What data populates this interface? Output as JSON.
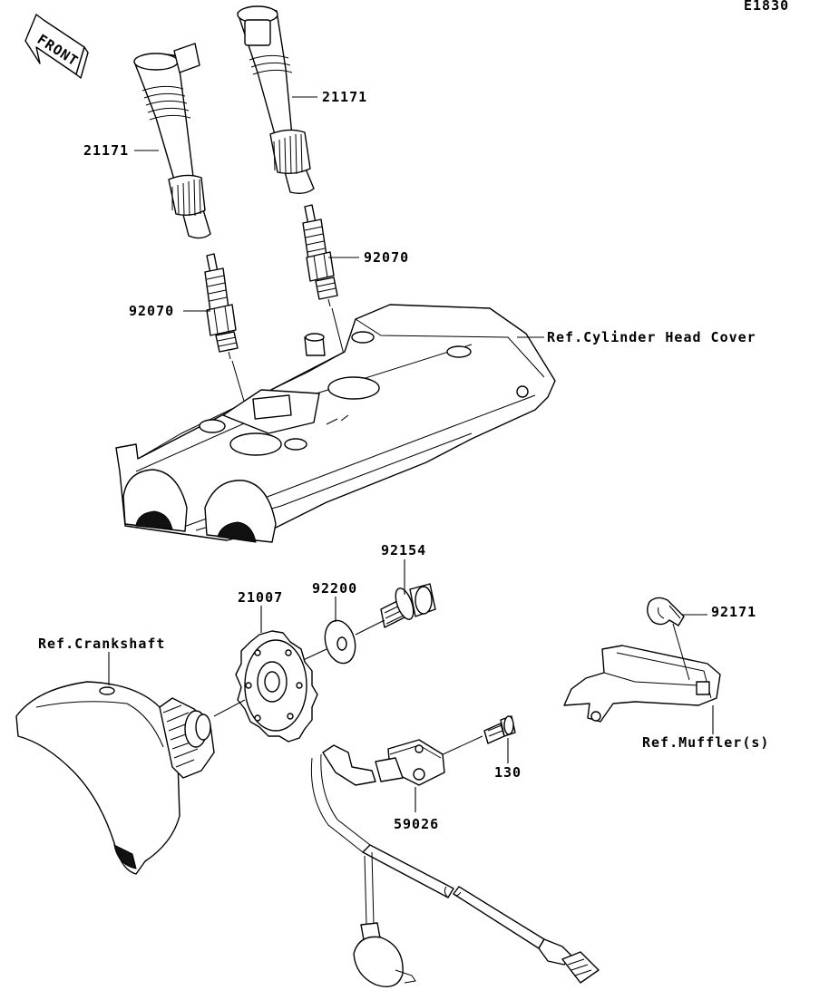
{
  "diagram_code": "E1830",
  "front_label": "FRONT",
  "labels": {
    "coil_left": "21171",
    "coil_right": "21171",
    "plug_left": "92070",
    "plug_right": "92070",
    "head_cover": "Ref.Cylinder Head Cover",
    "bolt": "92154",
    "washer": "92200",
    "rotor": "21007",
    "crankshaft": "Ref.Crankshaft",
    "clamp": "92171",
    "muffler": "Ref.Muffler(s)",
    "small_bolt": "130",
    "sensor": "59026"
  }
}
